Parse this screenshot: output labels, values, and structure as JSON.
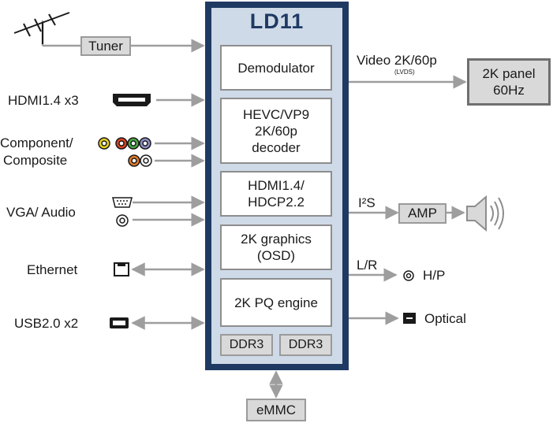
{
  "chip": {
    "title": "LD11",
    "blocks": [
      {
        "lines": [
          "Demodulator"
        ]
      },
      {
        "lines": [
          "HEVC/VP9",
          "2K/60p",
          "decoder"
        ]
      },
      {
        "lines": [
          "HDMI1.4/",
          "HDCP2.2"
        ]
      },
      {
        "lines": [
          "2K graphics",
          "(OSD)"
        ]
      },
      {
        "lines": [
          "2K PQ engine"
        ]
      }
    ],
    "memory": [
      "DDR3",
      "DDR3"
    ]
  },
  "inputs": {
    "tuner": "Tuner",
    "hdmi": "HDMI1.4 x3",
    "component": "Component/",
    "composite": "Composite",
    "vga_audio": "VGA/ Audio",
    "ethernet": "Ethernet",
    "usb": "USB2.0 x2"
  },
  "outputs": {
    "video": "Video 2K/60p",
    "video_sub": "(LVDS)",
    "panel": [
      "2K panel",
      "60Hz"
    ],
    "i2s": "I²S",
    "amp": "AMP",
    "lr": "L/R",
    "hp": "H/P",
    "optical": "Optical"
  },
  "storage": "eMMC",
  "colors": {
    "chip_border": "#1e3a63",
    "chip_fill": "#cfdae8",
    "arrow": "#9e9e9e",
    "rca_yellow": "#e6d21c",
    "rca_red": "#d8431f",
    "rca_green": "#4aa845",
    "rca_violet": "#8e8ec8",
    "rca_orange": "#e07a2a"
  },
  "icons": [
    "antenna-icon",
    "hdmi-port-icon",
    "rca-jack-icon",
    "vga-port-icon",
    "ethernet-port-icon",
    "usb-port-icon",
    "speaker-icon",
    "headphone-jack-icon",
    "optical-port-icon"
  ]
}
